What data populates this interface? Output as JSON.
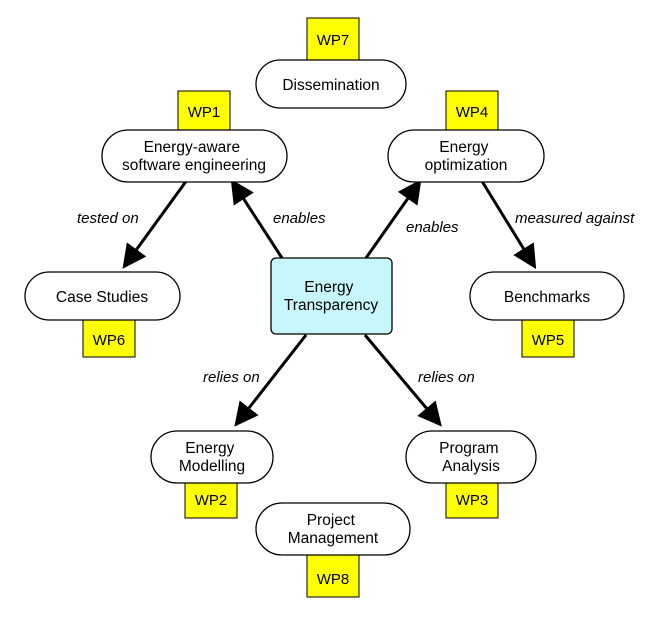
{
  "colors": {
    "center_fill": "#c8f7fb",
    "badge_fill": "#ffff00",
    "node_fill": "#ffffff",
    "stroke": "#000000"
  },
  "center": {
    "lines": [
      "Energy",
      "Transparency"
    ]
  },
  "nodes": {
    "dissemination": {
      "lines": [
        "Dissemination"
      ],
      "wp": "WP7"
    },
    "energy_aware": {
      "lines": [
        "Energy-aware",
        "software engineering"
      ],
      "wp": "WP1"
    },
    "energy_optimization": {
      "lines": [
        "Energy",
        "optimization"
      ],
      "wp": "WP4"
    },
    "case_studies": {
      "lines": [
        "Case Studies"
      ],
      "wp": "WP6"
    },
    "benchmarks": {
      "lines": [
        "Benchmarks"
      ],
      "wp": "WP5"
    },
    "energy_modelling": {
      "lines": [
        "Energy",
        "Modelling"
      ],
      "wp": "WP2"
    },
    "program_analysis": {
      "lines": [
        "Program",
        "Analysis"
      ],
      "wp": "WP3"
    },
    "project_management": {
      "lines": [
        "Project",
        "Management"
      ],
      "wp": "WP8"
    }
  },
  "edges": {
    "tested_on": "tested on",
    "enables_left": "enables",
    "enables_right": "enables",
    "measured_against": "measured against",
    "relies_on_left": "relies on",
    "relies_on_right": "relies on"
  }
}
